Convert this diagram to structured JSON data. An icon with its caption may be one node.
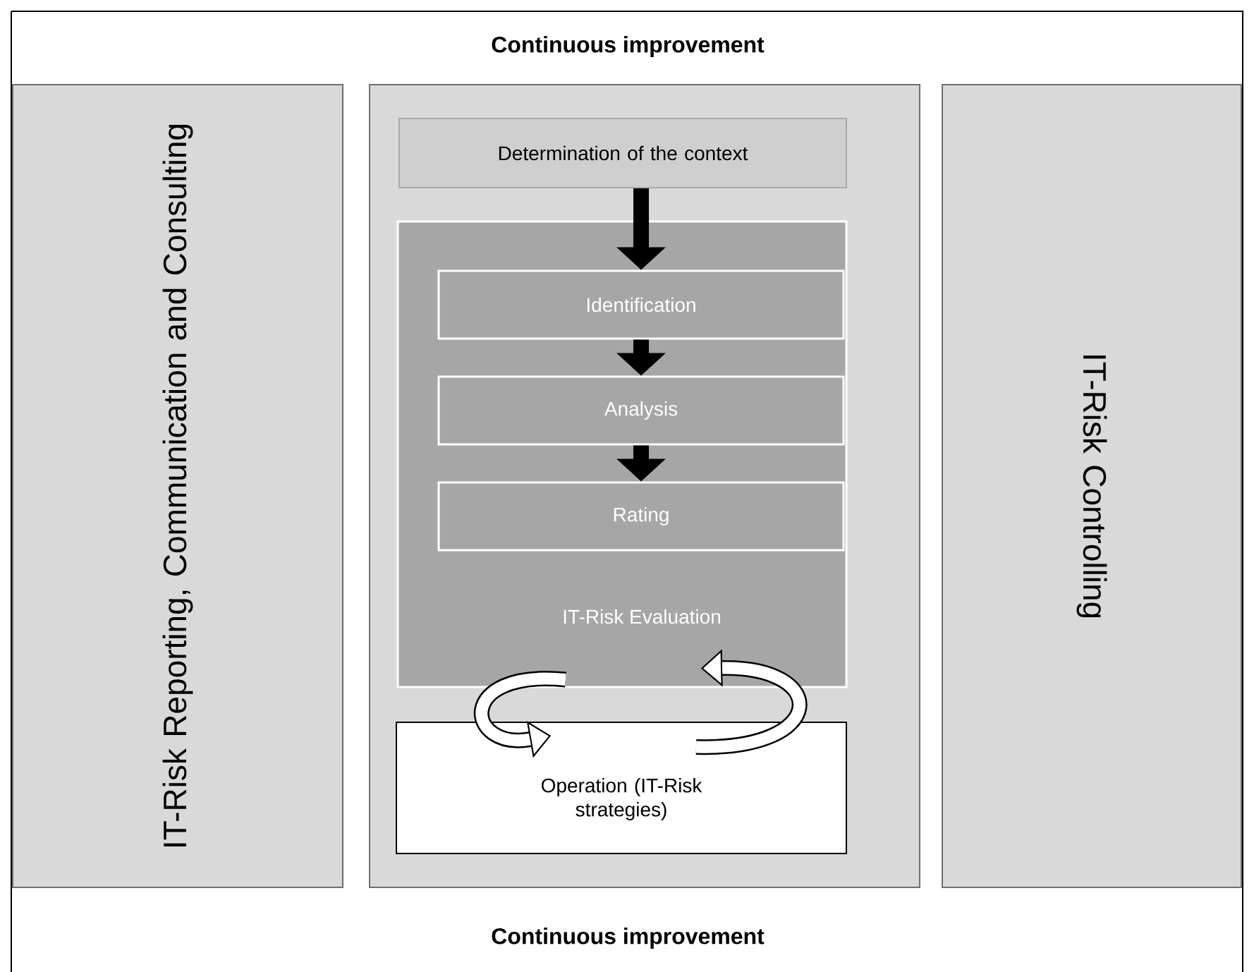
{
  "diagram": {
    "nodes": [
      {
        "text": [
          "IT-Risk Reporting, Communication and Consulting"
        ]
      },
      {
        "text": [],
        "shape": "box"
      },
      {
        "text": [
          "Determination of the context"
        ],
        "in": 1
      },
      {
        "text": [
          "IT-Risk Evaluation"
        ],
        "in": 1
      },
      {
        "text": [
          "Identification"
        ],
        "in": 3
      },
      {
        "text": [
          "Analysis"
        ],
        "in": 3
      },
      {
        "text": [
          "Rating"
        ],
        "in": 3
      },
      {
        "text": [
          "Operation (IT-Risk strategies)"
        ],
        "in": 1
      },
      {
        "text": [
          "IT-Risk Controlling"
        ]
      }
    ],
    "edges": [
      {
        "from": 2,
        "to": 4,
        "arrow": "to"
      },
      {
        "from": 4,
        "to": 5,
        "arrow": "to"
      },
      {
        "from": 5,
        "to": 6,
        "arrow": "to"
      },
      {
        "from": 3,
        "to": 7,
        "arrow": "to"
      },
      {
        "from": 7,
        "to": 3,
        "arrow": "to"
      }
    ],
    "labels": [
      "Continuous improvement",
      "Continuous improvement"
    ]
  }
}
